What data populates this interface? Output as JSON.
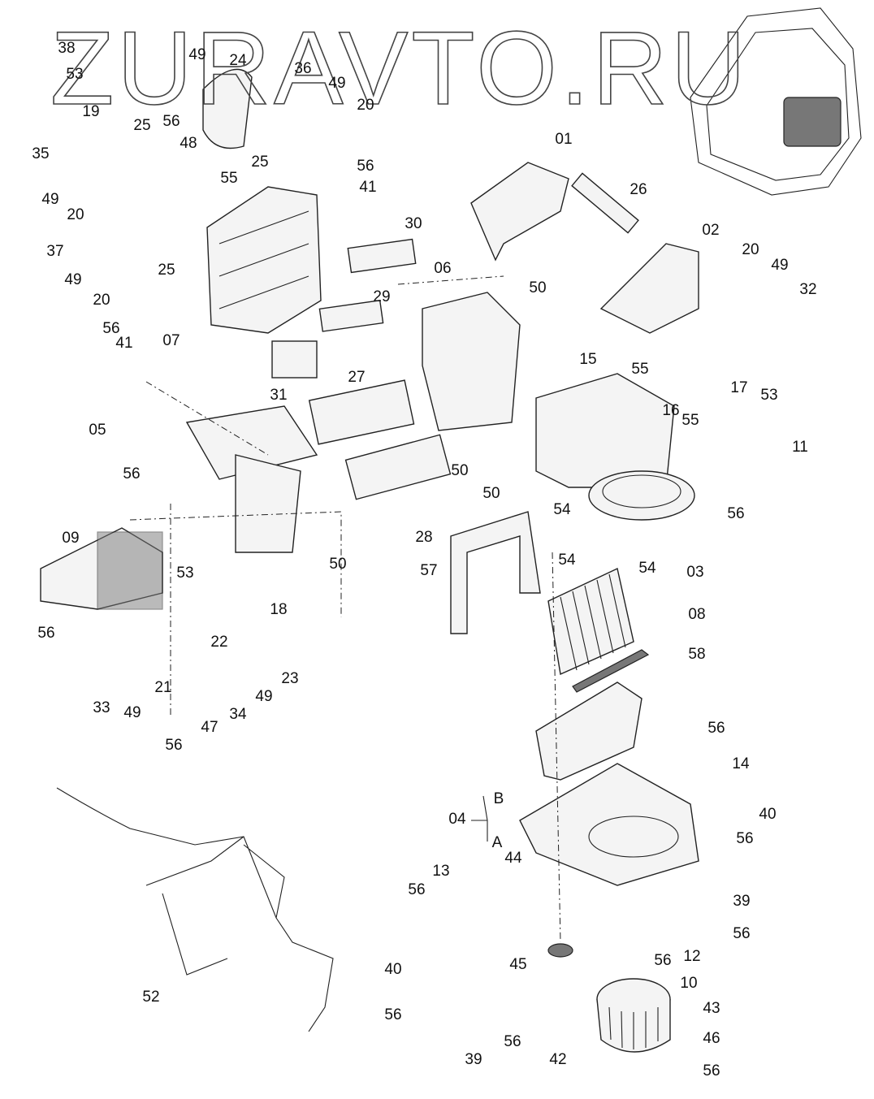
{
  "watermark": "ZURAVTO.RU",
  "labels": [
    "38",
    "53",
    "19",
    "56",
    "48",
    "49",
    "24",
    "36",
    "49",
    "20",
    "25",
    "25",
    "35",
    "49",
    "20",
    "56",
    "55",
    "41",
    "37",
    "49",
    "25",
    "20",
    "56",
    "41",
    "07",
    "30",
    "29",
    "31",
    "06",
    "50",
    "01",
    "26",
    "02",
    "20",
    "49",
    "32",
    "15",
    "55",
    "16",
    "55",
    "17",
    "53",
    "27",
    "05",
    "56",
    "50",
    "50",
    "11",
    "56",
    "54",
    "54",
    "54",
    "03",
    "28",
    "09",
    "50",
    "57",
    "08",
    "53",
    "18",
    "22",
    "56",
    "58",
    "23",
    "49",
    "33",
    "49",
    "21",
    "34",
    "47",
    "56",
    "56",
    "14",
    "04",
    "B",
    "A",
    "40",
    "56",
    "44",
    "13",
    "56",
    "39",
    "56",
    "12",
    "56",
    "45",
    "40",
    "10",
    "52",
    "56",
    "43",
    "56",
    "39",
    "42",
    "46",
    "56"
  ]
}
